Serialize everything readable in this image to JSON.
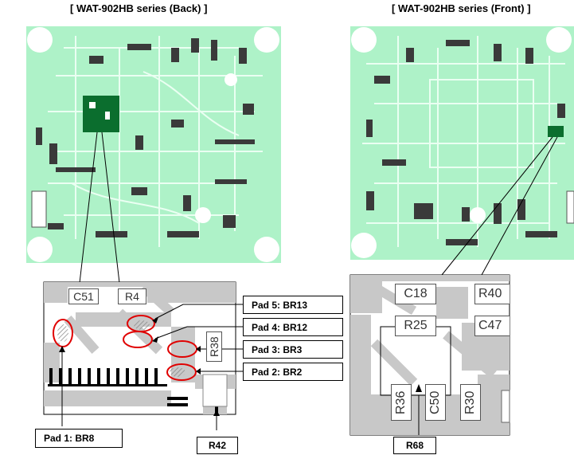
{
  "titles": {
    "back": "[ WAT-902HB series (Back) ]",
    "front": "[ WAT-902HB series (Front) ]"
  },
  "back_detail": {
    "components": [
      "C51",
      "R4",
      "R38"
    ]
  },
  "front_detail": {
    "components": [
      "C18",
      "R40",
      "R25",
      "C47",
      "R36",
      "C50",
      "R30"
    ]
  },
  "pads": [
    {
      "label": "Pad 5: BR13"
    },
    {
      "label": "Pad 4: BR12"
    },
    {
      "label": "Pad 3: BR3"
    },
    {
      "label": "Pad 2: BR2"
    },
    {
      "label": "Pad 1: BR8"
    }
  ],
  "refs": {
    "r42": "R42",
    "r68": "R68"
  },
  "colors": {
    "pcb_green": "#aef2c8",
    "trace_gray": "#c8c8c8",
    "ellipse_red": "#e00000",
    "chip_green": "#0b6e2e"
  }
}
